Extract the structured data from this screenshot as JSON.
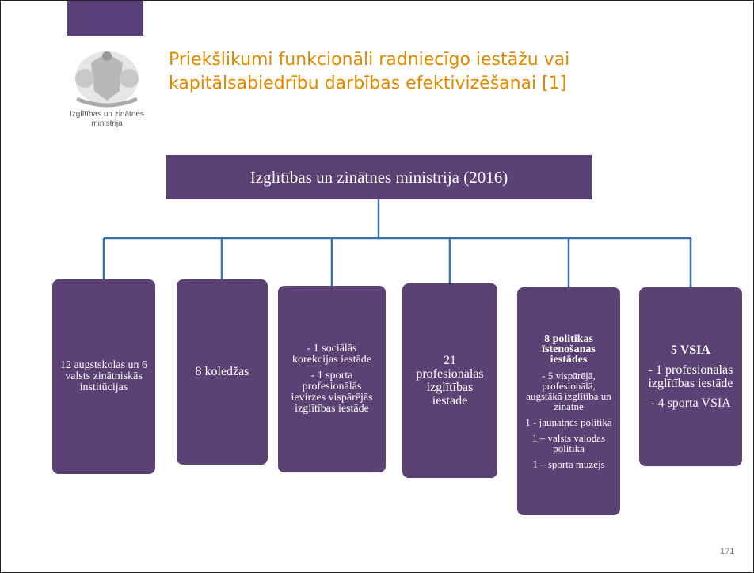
{
  "logo": {
    "caption_line1": "Izglītības un zinātnes",
    "caption_line2": "ministrija"
  },
  "title": {
    "line1": "Priekšlikumi funkcionāli radniecīgo iestāžu vai",
    "line2": "kapitālsabiedrību darbības efektivizēšanai [1]"
  },
  "root": {
    "label": "Izglītības un zinātnes ministrija (2016)"
  },
  "children": [
    {
      "label": "12 augstskolas un 6 valsts zinātniskās institūcijas"
    },
    {
      "label": "8 koledžas"
    },
    {
      "line1": "- 1 sociālās korekcijas iestāde",
      "line2": "- 1 sporta profesionālās ievirzes vispārējās izglītības iestāde"
    },
    {
      "label": "21 profesionālās izglītības iestāde"
    },
    {
      "heading": "8 politikas īstenošanas iestādes",
      "line1": "- 5 vispārējā, profesionālā, augstākā izglītība un zinātne",
      "line2": "1 -  jaunatnes politika",
      "line3": "1 – valsts valodas politika",
      "line4": "1 – sporta muzejs"
    },
    {
      "heading": "5 VSIA",
      "line1": "- 1 profesionālās izglītības iestāde",
      "line2": "- 4 sporta VSIA"
    }
  ],
  "page_number": "171",
  "colors": {
    "box_fill": "#5c4174",
    "title_text": "#e08a00",
    "connector": "#3b6fa8"
  }
}
